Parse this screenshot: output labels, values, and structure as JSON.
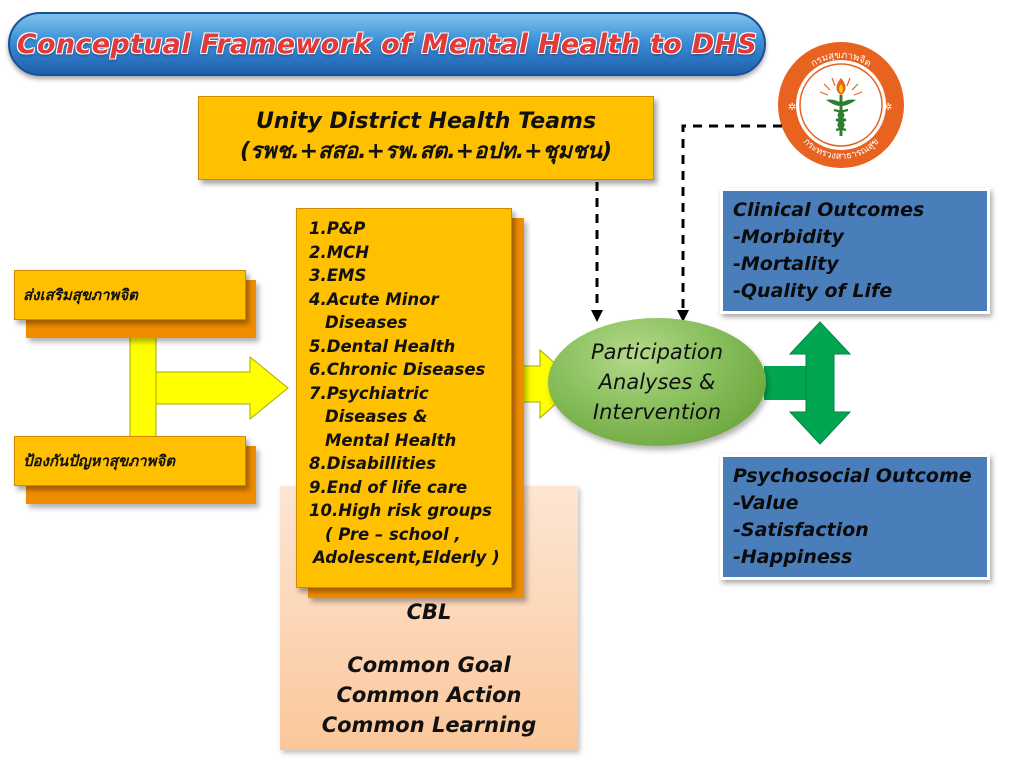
{
  "title": "Conceptual Framework of Mental Health to DHS",
  "unity": {
    "line1": "Unity District Health Teams",
    "line2": "(รพช.+สสอ.+รพ.สต.+อปท.+ชุมชน)"
  },
  "left_boxes": {
    "promote": "ส่งเสริมสุขภาพจิต",
    "prevent": "ป้องกันปัญหาสุขภาพจิต"
  },
  "list": {
    "items": [
      "1.P&P",
      "2.MCH",
      "3.EMS",
      "4.Acute Minor",
      "Diseases",
      "5.Dental Health",
      "6.Chronic Diseases",
      "7.Psychiatric",
      "Diseases &",
      "Mental Health",
      "8.Disabillities",
      "9.End of life care",
      "10.High risk groups",
      "( Pre – school ,",
      "Adolescent,Elderly )"
    ]
  },
  "cbl": {
    "title": "CBL",
    "line1": "Common Goal",
    "line2": "Common Action",
    "line3": "Common Learning"
  },
  "ellipse": {
    "line1": "Participation",
    "line2": "Analyses &",
    "line3": "Intervention"
  },
  "clinical": {
    "title": "Clinical Outcomes",
    "items": [
      "-Morbidity",
      "-Mortality",
      "-Quality of Life"
    ]
  },
  "psychosocial": {
    "title": "Psychosocial Outcome",
    "items": [
      "-Value",
      "-Satisfaction",
      "-Happiness"
    ]
  },
  "logo": {
    "text_top": "กรมสุขภาพจิต",
    "text_bottom": "กระทรวงสาธารณสุข",
    "icon": "department-of-mental-health-seal"
  },
  "colors": {
    "orange": "#ffc000",
    "blue": "#4a7ebb",
    "green_arrow": "#00a651",
    "yellow_arrow": "#ffff00",
    "title_text": "#e23a3a"
  }
}
